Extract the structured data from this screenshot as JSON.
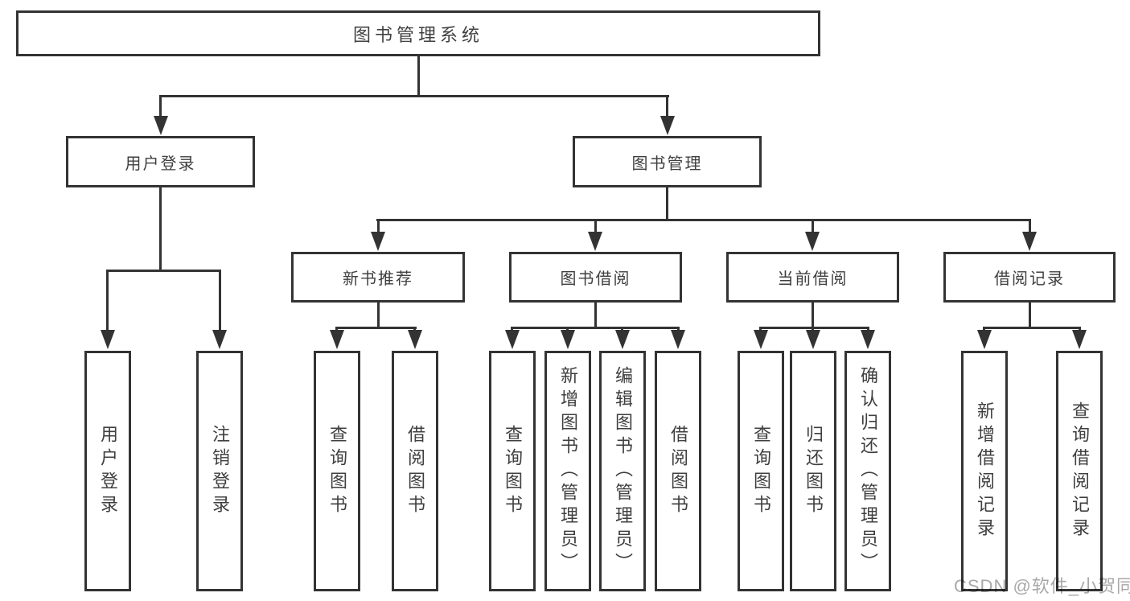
{
  "diagram_title": "图书管理系统",
  "colors": {
    "line": "#333333",
    "box_border": "#333333",
    "box_fill": "#ffffff",
    "text": "#3f3f3f",
    "watermark": "#a9a9a9",
    "background": "#ffffff"
  },
  "nodes": {
    "root": "图书管理系统",
    "user_login": "用户登录",
    "book_mgmt": "图书管理",
    "new_book_rec": "新书推荐",
    "book_borrow": "图书借阅",
    "current_borrow": "当前借阅",
    "borrow_records": "借阅记录",
    "leaf_user_login": "用户登录",
    "leaf_logout": "注销登录",
    "leaf_query_book_a": "查询图书",
    "leaf_borrow_book_a": "借阅图书",
    "leaf_query_book_b": "查询图书",
    "leaf_add_book_admin": "新增图书（管理员）",
    "leaf_edit_book_admin": "编辑图书（管理员）",
    "leaf_borrow_book_b": "借阅图书",
    "leaf_query_book_c": "查询图书",
    "leaf_return_book": "归还图书",
    "leaf_confirm_return_admin": "确认归还（管理员）",
    "leaf_add_borrow_record": "新增借阅记录",
    "leaf_query_borrow_record": "查询借阅记录"
  },
  "watermark": {
    "text": "CSDN @软件_小贺同学"
  }
}
